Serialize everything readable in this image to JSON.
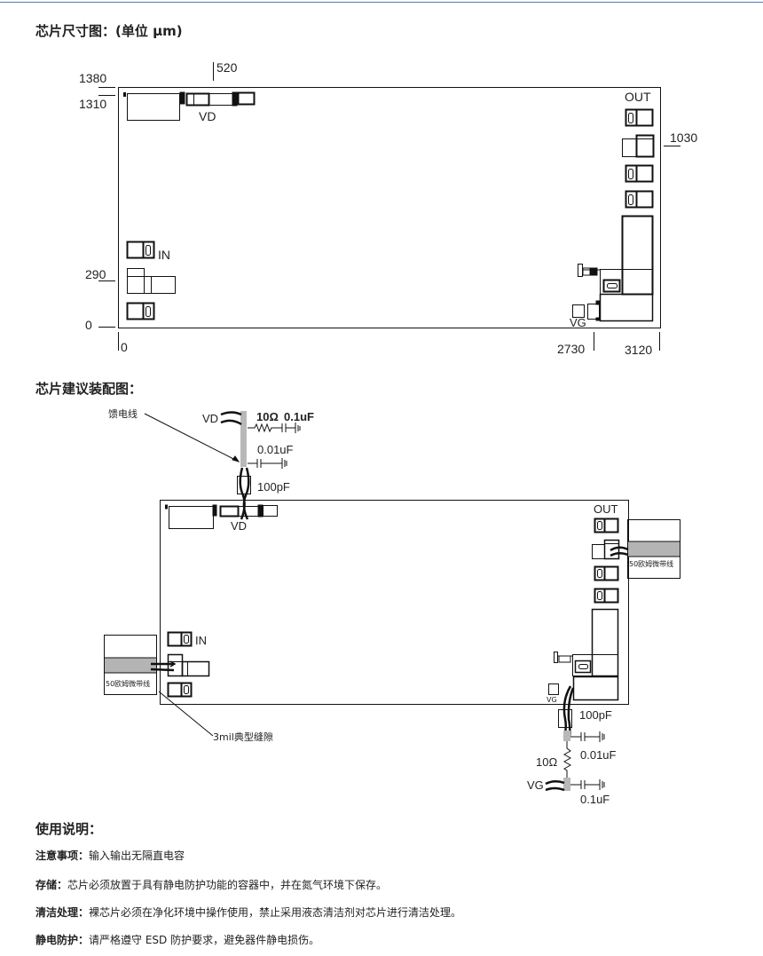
{
  "titles": {
    "dimension_drawing": "芯片尺寸图：(单位 μm)",
    "assembly_drawing": "芯片建议装配图：",
    "usage": "使用说明："
  },
  "dimension_drawing": {
    "unit": "μm",
    "x_marks": [
      "0",
      "2730",
      "3120"
    ],
    "y_marks": [
      "0",
      "290",
      "1310",
      "1380"
    ],
    "top_mark": "520",
    "right_mark": "1030",
    "pads": {
      "vd": "VD",
      "out": "OUT",
      "in": "IN",
      "vg": "VG"
    }
  },
  "assembly_drawing": {
    "feed_line_label": "馈电线",
    "gap_label": "3mil典型缝隙",
    "microstrip_label": "50欧姆微带线",
    "vd_network": {
      "pad": "VD",
      "resistor": "10Ω",
      "cap_large": "0.1uF",
      "cap_mid": "0.01uF",
      "cap_small": "100pF"
    },
    "vg_network": {
      "pad": "VG",
      "resistor": "10Ω",
      "cap_large": "0.1uF",
      "cap_mid": "0.01uF",
      "cap_small": "100pF"
    },
    "chip_labels": {
      "vd": "VD",
      "out": "OUT",
      "in": "IN",
      "vg": "VG"
    }
  },
  "usage_notes": [
    {
      "label": "注意事项",
      "text": "输入输出无隔直电容"
    },
    {
      "label": "存储",
      "text": "芯片必须放置于具有静电防护功能的容器中，并在氮气环境下保存。"
    },
    {
      "label": "清洁处理",
      "text": "裸芯片必须在净化环境中操作使用，禁止采用液态清洁剂对芯片进行清洁处理。"
    },
    {
      "label": "静电防护",
      "text": "请严格遵守 ESD 防护要求，避免器件静电损伤。"
    }
  ],
  "label_separator": "：",
  "colors": {
    "top_rule": "#4a7cc0",
    "feed_line": "#b8b8b8",
    "microstrip": "#b4b4b4",
    "ink": "#222222"
  }
}
